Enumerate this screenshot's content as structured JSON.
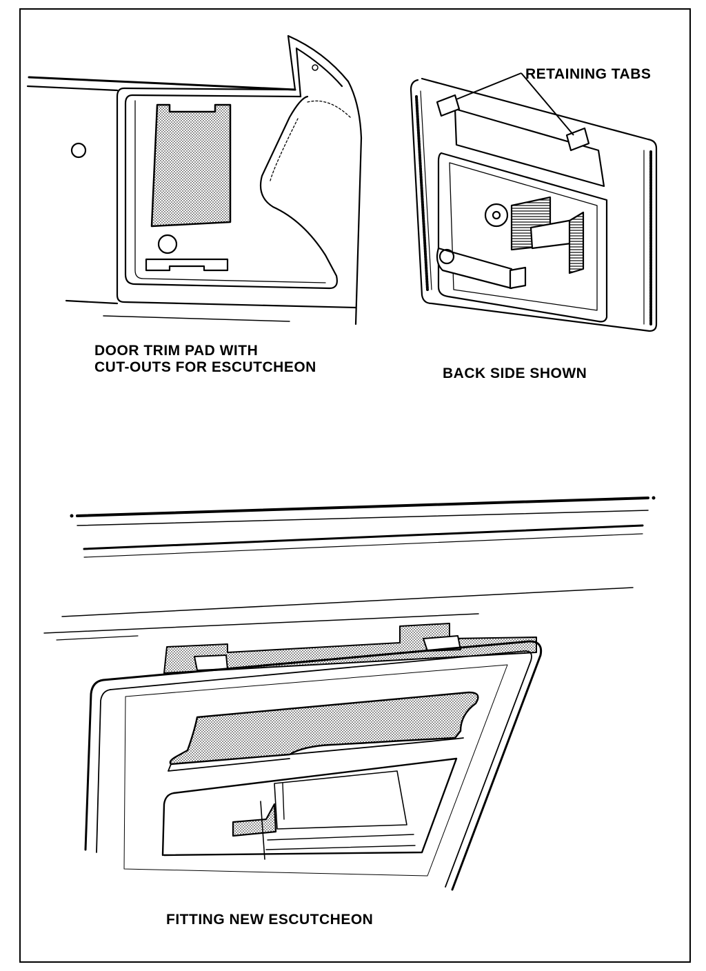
{
  "labels": {
    "retaining_tabs": "RETAINING TABS",
    "door_trim_pad_line1": "DOOR TRIM PAD WITH",
    "door_trim_pad_line2": "CUT-OUTS FOR ESCUTCHEON",
    "back_side_shown": "BACK SIDE SHOWN",
    "fitting_new_escutcheon": "FITTING NEW ESCUTCHEON"
  },
  "colors": {
    "ink": "#000000",
    "paper": "#ffffff",
    "stipple": "#bdbdbd"
  }
}
